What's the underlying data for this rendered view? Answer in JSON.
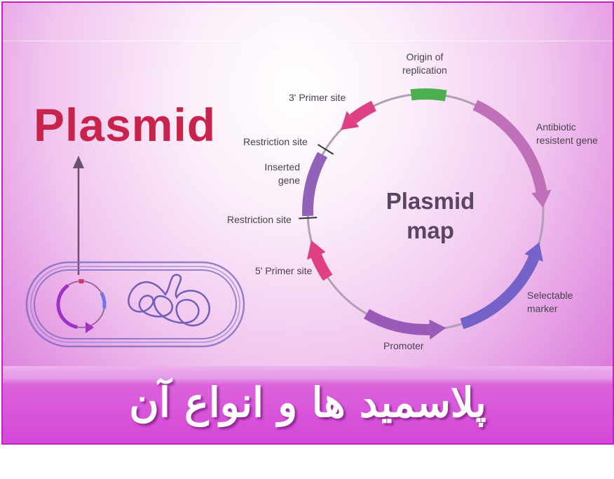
{
  "title": "Plasmid",
  "map_title_line1": "Plasmid",
  "map_title_line2": "map",
  "labels": {
    "origin": [
      "Origin of",
      "replication"
    ],
    "antibiotic": [
      "Antibiotic",
      "resistent gene"
    ],
    "selectable": [
      "Selectable",
      "marker"
    ],
    "promoter": "Promoter",
    "primer5": "5' Primer site",
    "restriction_lower": "Restriction site",
    "inserted": [
      "Inserted",
      "gene"
    ],
    "restriction_upper": "Restriction site",
    "primer3": "3' Primer site"
  },
  "banner": "پلاسمید ها و انواع آن",
  "colors": {
    "title": "#c8234a",
    "origin": "#4caf50",
    "antibiotic": "#c070b8",
    "selectable": "#7462c8",
    "promoter": "#9a5ab8",
    "primer": "#de3f85",
    "inserted": "#9262b8",
    "border": "#c81ec8"
  }
}
